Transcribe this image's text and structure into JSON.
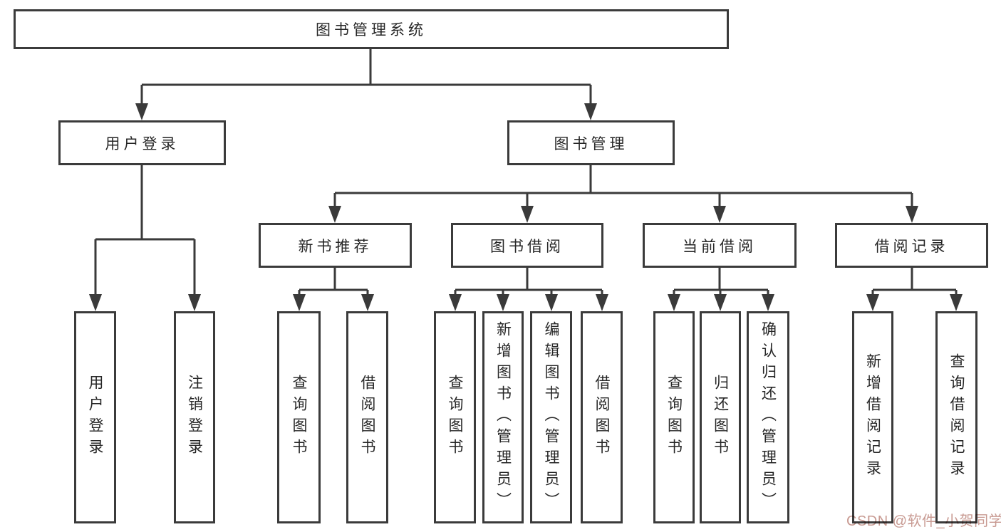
{
  "tree": {
    "label": "图书管理系统",
    "children": [
      {
        "label": "用户登录",
        "children": [
          {
            "label": "用户登录"
          },
          {
            "label": "注销登录"
          }
        ]
      },
      {
        "label": "图书管理",
        "children": [
          {
            "label": "新书推荐",
            "children": [
              {
                "label": "查询图书"
              },
              {
                "label": "借阅图书"
              }
            ]
          },
          {
            "label": "图书借阅",
            "children": [
              {
                "label": "查询图书"
              },
              {
                "label": "新增图书（管理员）"
              },
              {
                "label": "编辑图书（管理员）"
              },
              {
                "label": "借阅图书"
              }
            ]
          },
          {
            "label": "当前借阅",
            "children": [
              {
                "label": "查询图书"
              },
              {
                "label": "归还图书"
              },
              {
                "label": "确认归还（管理员）"
              }
            ]
          },
          {
            "label": "借阅记录",
            "children": [
              {
                "label": "新增借阅记录"
              },
              {
                "label": "查询借阅记录"
              }
            ]
          }
        ]
      }
    ]
  },
  "watermark": {
    "text": "CSDN @软件_小贺同学",
    "color": "#c89a92"
  },
  "colors": {
    "line": "#3a3a3a",
    "border": "#3b3b3b",
    "text": "#262626",
    "background": "#ffffff"
  }
}
